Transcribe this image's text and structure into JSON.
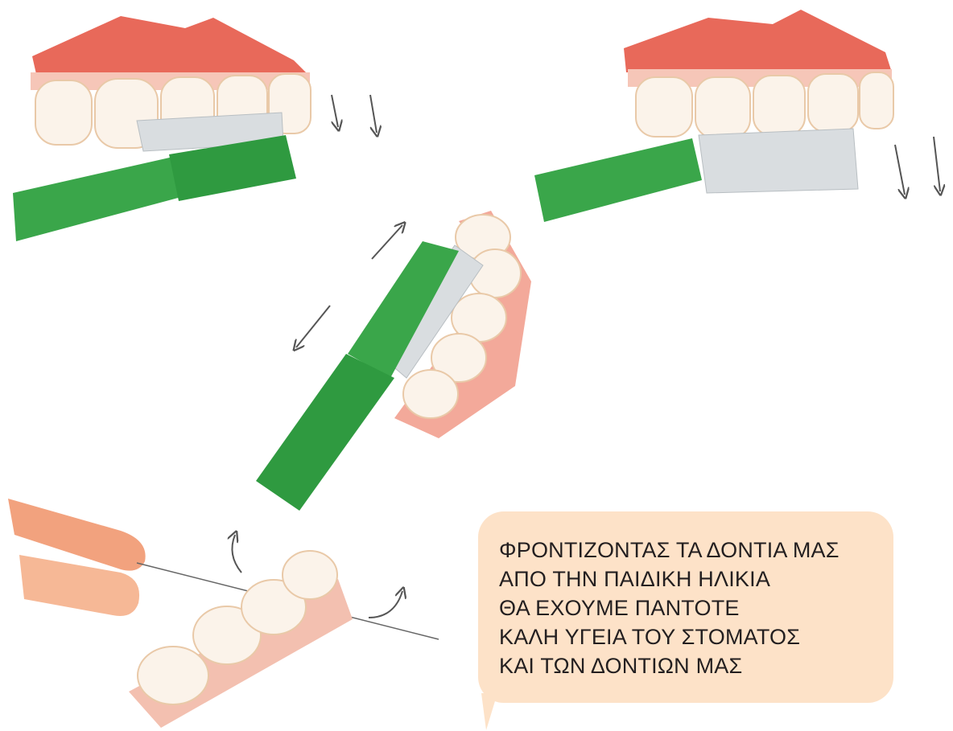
{
  "illustration": {
    "panels": [
      {
        "id": "brush-upper-outer",
        "icon": "toothbrush-upper-teeth",
        "arrows": "down"
      },
      {
        "id": "brush-upper-front",
        "icon": "toothbrush-upper-teeth",
        "arrows": "down"
      },
      {
        "id": "brush-lower-tilted",
        "icon": "toothbrush-lower-teeth",
        "arrows": "back-and-forth"
      },
      {
        "id": "flossing",
        "icon": "dental-floss-fingers",
        "arrows": "rotate"
      }
    ],
    "colors": {
      "gum": "#e8695a",
      "gum_light": "#f6c6b8",
      "tooth": "#fbf3ea",
      "tooth_edge": "#e9c9a8",
      "brush_green": "#3aa64a",
      "brush_dark": "#2a8c3a",
      "bristles": "#d9dde0",
      "skin": "#f2a27e",
      "bubble": "#fde2c8"
    }
  },
  "bubble": {
    "lines": [
      "ΦΡΟΝΤΙΖΟΝΤΑΣ ΤΑ ΔΟΝΤΙΑ ΜΑΣ",
      "ΑΠΟ ΤΗΝ ΠΑΙΔΙΚΗ ΗΛΙΚΙΑ",
      "ΘΑ ΕΧΟΥΜΕ ΠΑΝΤΟΤΕ",
      "ΚΑΛΗ ΥΓΕΙΑ ΤΟΥ ΣΤΟΜΑΤΟΣ",
      "ΚΑΙ ΤΩΝ ΔΟΝΤΙΩΝ ΜΑΣ"
    ]
  }
}
